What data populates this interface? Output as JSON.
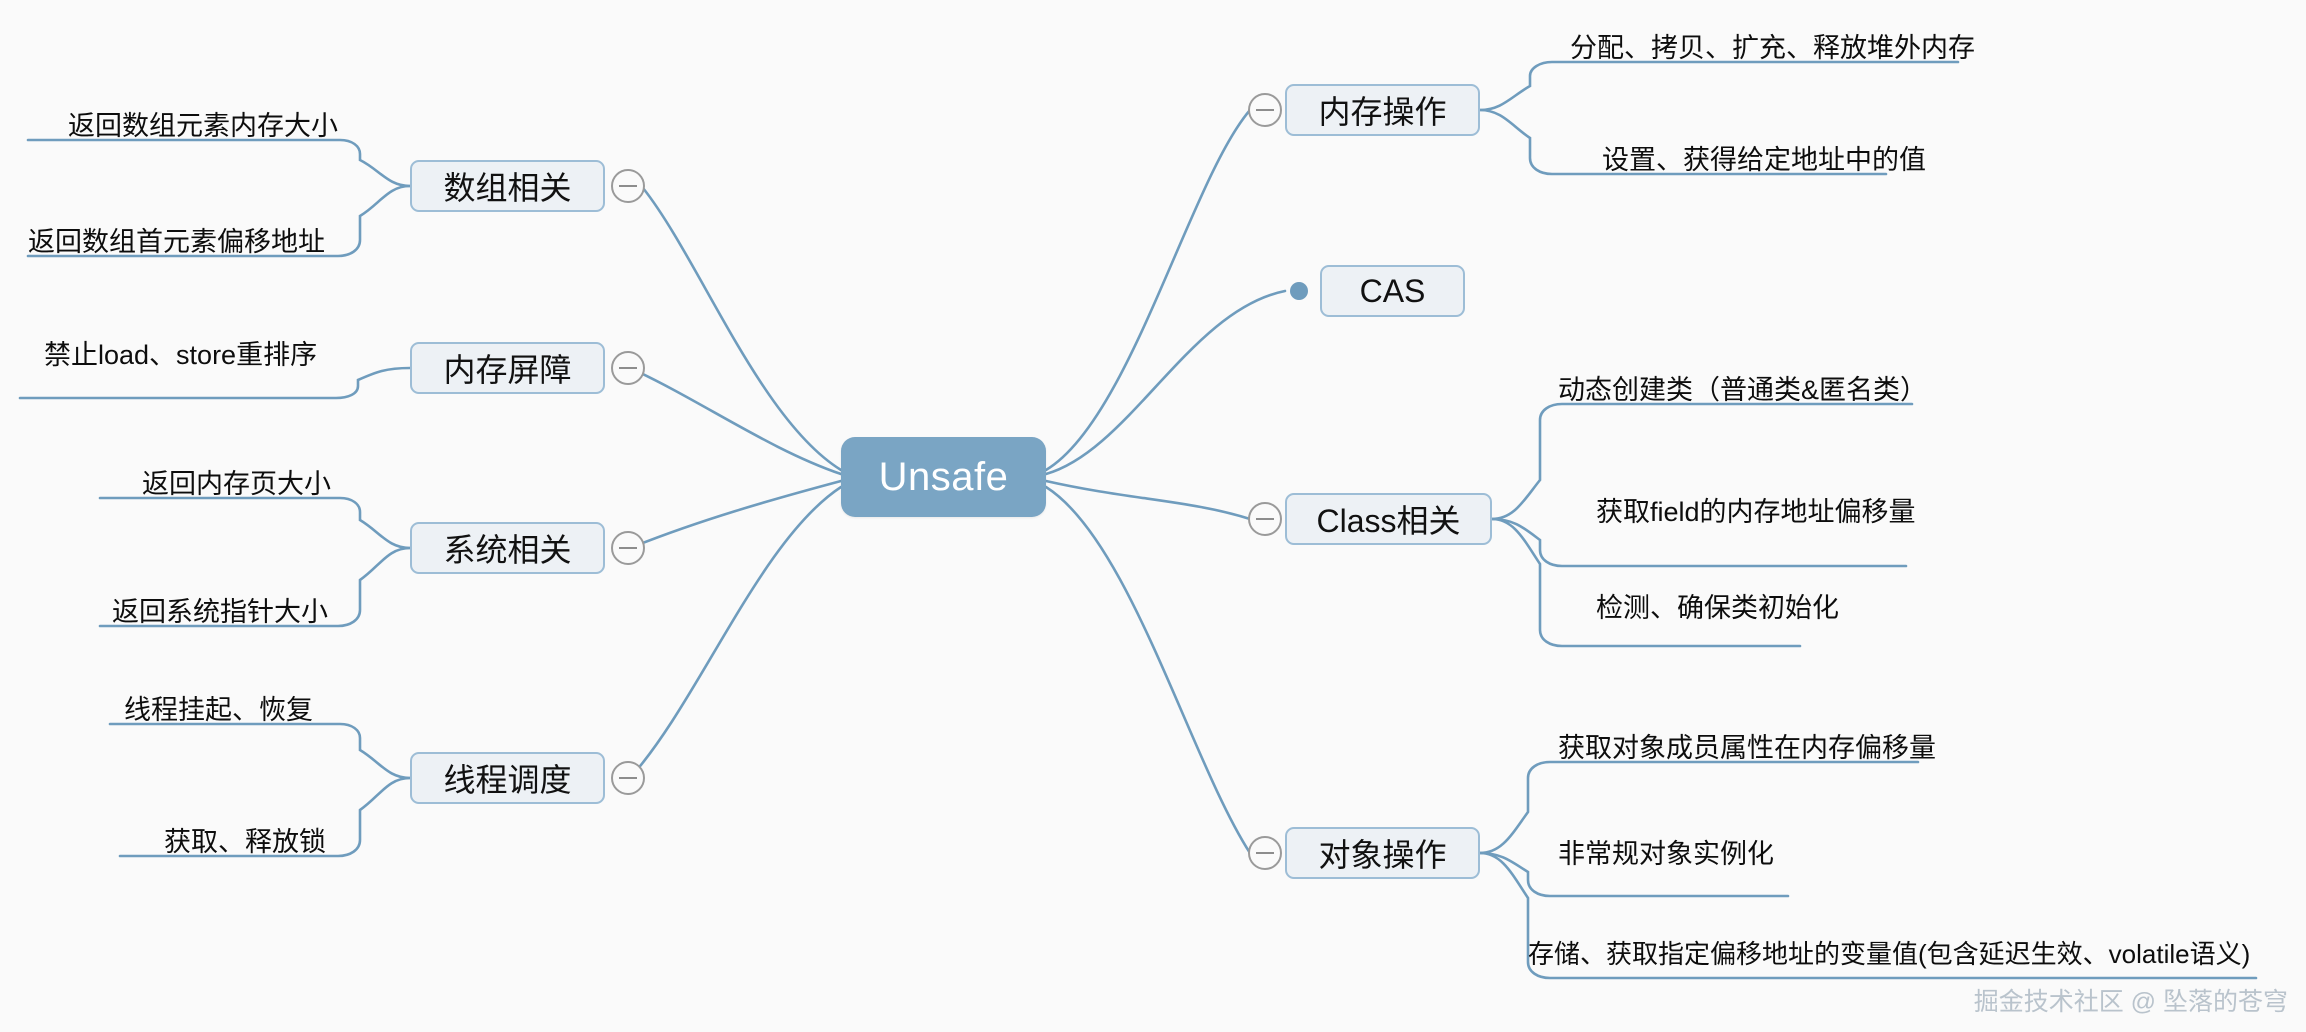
{
  "meta": {
    "root_label": "Unsafe",
    "watermark": "掘金技术社区 @ 坠落的苍穹",
    "colors": {
      "background": "#fafafa",
      "root_fill": "#7aa5c4",
      "root_text": "#ffffff",
      "branch_fill": "#edf1f5",
      "branch_border": "#9dbdd6",
      "connector": "#6f9cbd",
      "toggle_border": "#9a9a9a",
      "leaf_text": "#0d0d0d",
      "watermark_text": "#b9c3cc"
    }
  },
  "left_branches": [
    {
      "id": "array",
      "label": "数组相关",
      "toggle": "collapse-minus-icon",
      "children": [
        {
          "label": "返回数组元素内存大小"
        },
        {
          "label": "返回数组首元素偏移地址"
        }
      ]
    },
    {
      "id": "memory-barrier",
      "label": "内存屏障",
      "toggle": "collapse-minus-icon",
      "children": [
        {
          "label": "禁止load、store重排序"
        }
      ]
    },
    {
      "id": "system",
      "label": "系统相关",
      "toggle": "collapse-minus-icon",
      "children": [
        {
          "label": "返回内存页大小"
        },
        {
          "label": "返回系统指针大小"
        }
      ]
    },
    {
      "id": "thread-scheduling",
      "label": "线程调度",
      "toggle": "collapse-minus-icon",
      "children": [
        {
          "label": "线程挂起、恢复"
        },
        {
          "label": "获取、释放锁"
        }
      ]
    }
  ],
  "right_branches": [
    {
      "id": "memory-ops",
      "label": "内存操作",
      "toggle": "collapse-minus-icon",
      "children": [
        {
          "label": "分配、拷贝、扩充、释放堆外内存"
        },
        {
          "label": "设置、获得给定地址中的值"
        }
      ]
    },
    {
      "id": "cas",
      "label": "CAS",
      "toggle": "leaf-dot-icon",
      "children": []
    },
    {
      "id": "class",
      "label": "Class相关",
      "toggle": "collapse-minus-icon",
      "children": [
        {
          "label": "动态创建类（普通类&匿名类）"
        },
        {
          "label": "获取field的内存地址偏移量"
        },
        {
          "label": "检测、确保类初始化"
        }
      ]
    },
    {
      "id": "object-ops",
      "label": "对象操作",
      "toggle": "collapse-minus-icon",
      "children": [
        {
          "label": "获取对象成员属性在内存偏移量"
        },
        {
          "label": "非常规对象实例化"
        },
        {
          "label": "存储、获取指定偏移地址的变量值(包含延迟生效、volatile语义)"
        }
      ]
    }
  ]
}
